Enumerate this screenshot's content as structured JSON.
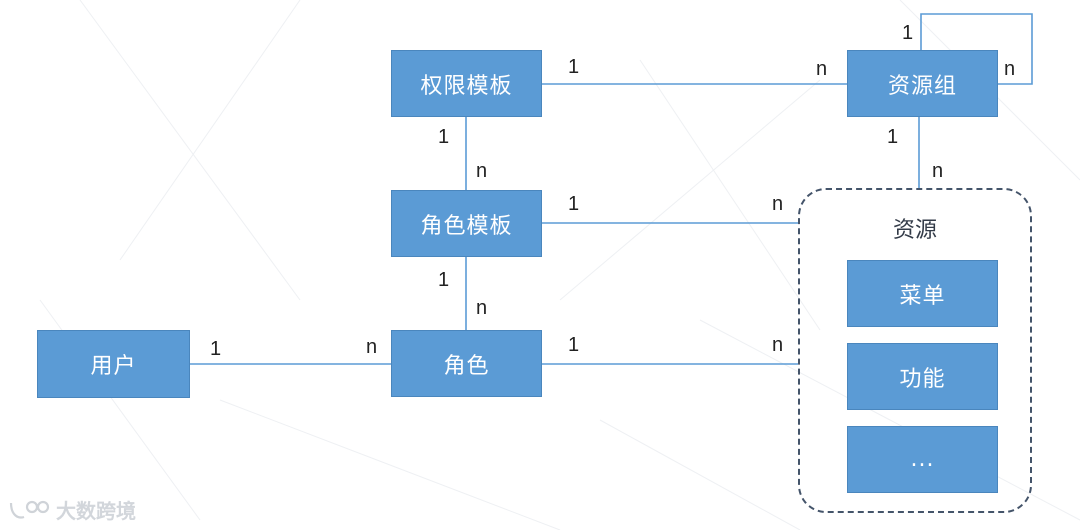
{
  "entities": {
    "template_permission": "权限模板",
    "resource_group": "资源组",
    "role_template": "角色模板",
    "user": "用户",
    "role": "角色"
  },
  "resource_container": {
    "title": "资源",
    "items": [
      "菜单",
      "功能",
      "..."
    ]
  },
  "multiplicities": {
    "perm_to_group_left": "1",
    "perm_to_group_right": "n",
    "group_self_top": "1",
    "group_self_right": "n",
    "perm_to_roletpl_top": "1",
    "perm_to_roletpl_bottom": "n",
    "group_to_resource_top": "1",
    "group_to_resource_bottom": "n",
    "roletpl_to_resource_left": "1",
    "roletpl_to_resource_right": "n",
    "roletpl_to_role_top": "1",
    "roletpl_to_role_bottom": "n",
    "user_to_role_left": "1",
    "user_to_role_right": "n",
    "role_to_resource_left": "1",
    "role_to_resource_right": "n"
  },
  "watermark": {
    "text": "大数跨境"
  },
  "colors": {
    "box_fill": "#5b9bd5",
    "line": "#5b9bd5",
    "dash_border": "#44546a"
  }
}
